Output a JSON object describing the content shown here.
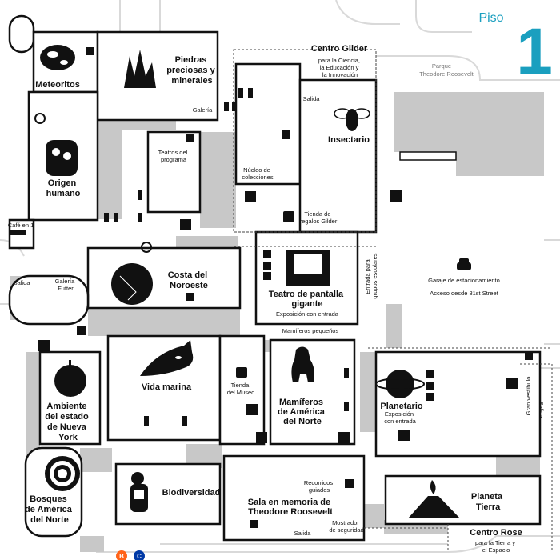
{
  "header": {
    "floor_label": "Piso",
    "floor_number": "1",
    "accent_color": "#1a9fbf"
  },
  "rooms": {
    "meteoritos": "Meteoritos",
    "piedras": [
      "Piedras",
      "preciosas y",
      "minerales"
    ],
    "galeria": "Galería",
    "centro_gilder": "Centro Gilder",
    "centro_gilder_sub": [
      "para la Ciencia,",
      "la Educación y",
      "la Innovación"
    ],
    "parque": [
      "Parque",
      "Theodore Roosevelt"
    ],
    "salida_top": "Salida",
    "insectario": "Insectario",
    "teatros": [
      "Teatros del",
      "programa"
    ],
    "nucleo": [
      "Núcleo de",
      "colecciones"
    ],
    "origen": [
      "Origen",
      "humano"
    ],
    "cafe": "Café en 1",
    "tienda_regalos": [
      "Tienda de",
      "regalos Gilder"
    ],
    "salida_left": "Salida",
    "galeria_futter": [
      "Galería",
      "Futter"
    ],
    "costa": [
      "Costa del",
      "Noroeste"
    ],
    "teatro_pantalla": [
      "Teatro de pantalla",
      "gigante"
    ],
    "teatro_sub": "Exposición con entrada",
    "entrada_grupos": [
      "Entrada para",
      "grupos escolares"
    ],
    "garaje": "Garaje de estacionamiento",
    "garaje_acceso": "Acceso desde 81st Street",
    "mamiferos_pequenos": "Mamíferos pequeños",
    "vida_marina": "Vida marina",
    "tienda_museo": [
      "Tienda",
      "del Museo"
    ],
    "mamiferos_na": [
      "Mamíferos",
      "de América",
      "del Norte"
    ],
    "planetario": "Planetario",
    "planetario_sub": [
      "Exposición",
      "con entrada"
    ],
    "gran_vestibulo": "Gran vestíbulo",
    "salida_right": "Salida",
    "ambiente": [
      "Ambiente",
      "del estado",
      "de Nueva",
      "York"
    ],
    "biodiversidad": "Biodiversidad",
    "recorridos": [
      "Recorridos",
      "guiados"
    ],
    "sala_memoria": [
      "Sala en memoria de",
      "Theodore Roosevelt"
    ],
    "planeta_tierra": [
      "Planeta",
      "Tierra"
    ],
    "bosques": [
      "Bosques",
      "de América",
      "del Norte"
    ],
    "mostrador": [
      "Mostrador",
      "de seguridad"
    ],
    "salida_bottom": "Salida",
    "centro_rose": "Centro Rose",
    "centro_rose_sub": [
      "para la Tierra y",
      "el Espacio"
    ]
  },
  "icons": [
    "meteorite-icon",
    "crystal-icon",
    "skull-icon",
    "orca-icon",
    "bear-icon",
    "apple-icon",
    "tree-rings-icon",
    "panda-icon",
    "saturn-icon",
    "volcano-icon",
    "bee-icon",
    "car-icon",
    "theater-icon",
    "shopping-bag-icon",
    "info-icon",
    "restroom-icon",
    "elevator-icon",
    "accessibility-icon",
    "audio-guide-icon",
    "magnifier-icon",
    "cafe-icon"
  ],
  "transit": {
    "line_b": "B",
    "line_c": "C",
    "b_color": "#ff6319",
    "c_color": "#0039a6"
  }
}
